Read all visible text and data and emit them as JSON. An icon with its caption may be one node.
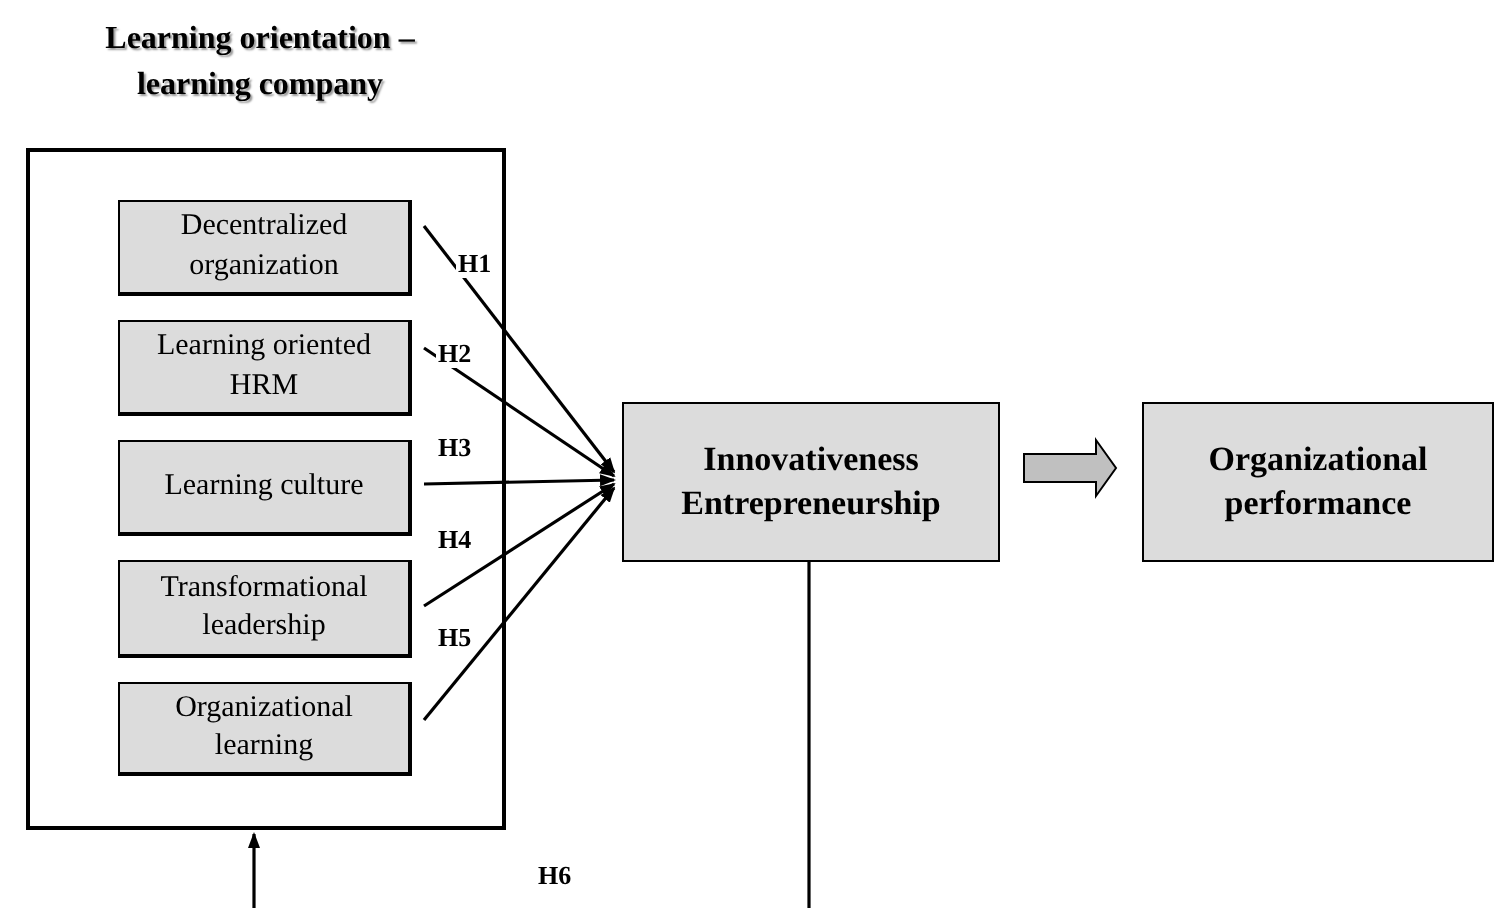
{
  "diagram": {
    "title": "Learning orientation – learning company",
    "nodes": [
      {
        "text": [],
        "shape": "box"
      },
      {
        "text": [
          "Decentralized organization"
        ],
        "in": 0
      },
      {
        "text": [
          "Learning oriented HRM"
        ],
        "in": 0
      },
      {
        "text": [
          "Learning culture"
        ],
        "in": 0
      },
      {
        "text": [
          "Transformational leadership"
        ],
        "in": 0
      },
      {
        "text": [
          "Organizational learning"
        ],
        "in": 0
      },
      {
        "text": [
          "Innovativeness Entrepreneurship"
        ]
      },
      {
        "text": [
          "Organizational performance"
        ]
      }
    ],
    "edges": [
      {
        "from": 1,
        "to": 6,
        "arrow": "to",
        "label": "H1"
      },
      {
        "from": 2,
        "to": 6,
        "arrow": "to",
        "label": "H2"
      },
      {
        "from": 3,
        "to": 6,
        "arrow": "to",
        "label": "H3"
      },
      {
        "from": 4,
        "to": 6,
        "arrow": "to",
        "label": "H4"
      },
      {
        "from": 5,
        "to": 6,
        "arrow": "to",
        "label": "H5"
      },
      {
        "from": 6,
        "to": 7,
        "arrow": "to",
        "style": "thick",
        "color": "#c0c0c0"
      },
      {
        "from": 6,
        "to": null,
        "arrow": "none"
      },
      {
        "from": null,
        "to": 0,
        "arrow": "to"
      }
    ],
    "labels": [
      "H6"
    ]
  }
}
